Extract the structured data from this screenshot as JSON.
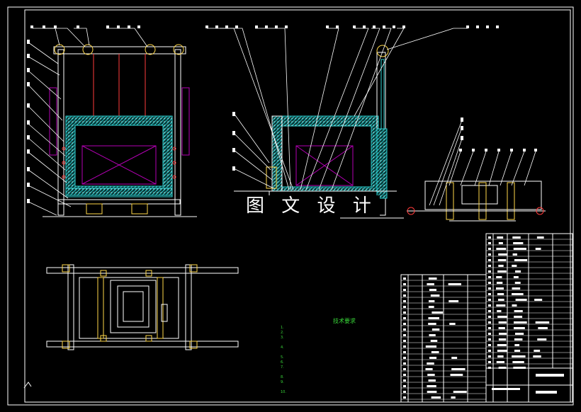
{
  "watermark": "图 文 设 计",
  "tech_requirements": {
    "title": "技术要求",
    "notes": [
      "1.",
      "2.",
      "3.",
      "4.",
      "5.",
      "6.",
      "7.",
      "8.",
      "9.",
      "10."
    ]
  },
  "colors": {
    "background": "#000000",
    "frame": "#ffffff",
    "insulation": "#2fd4d4",
    "leader": "#ffffff",
    "heater": "#b400b4",
    "axis": "#ff3b3b",
    "note_text": "#39d839",
    "detail": "#ffd84a"
  }
}
